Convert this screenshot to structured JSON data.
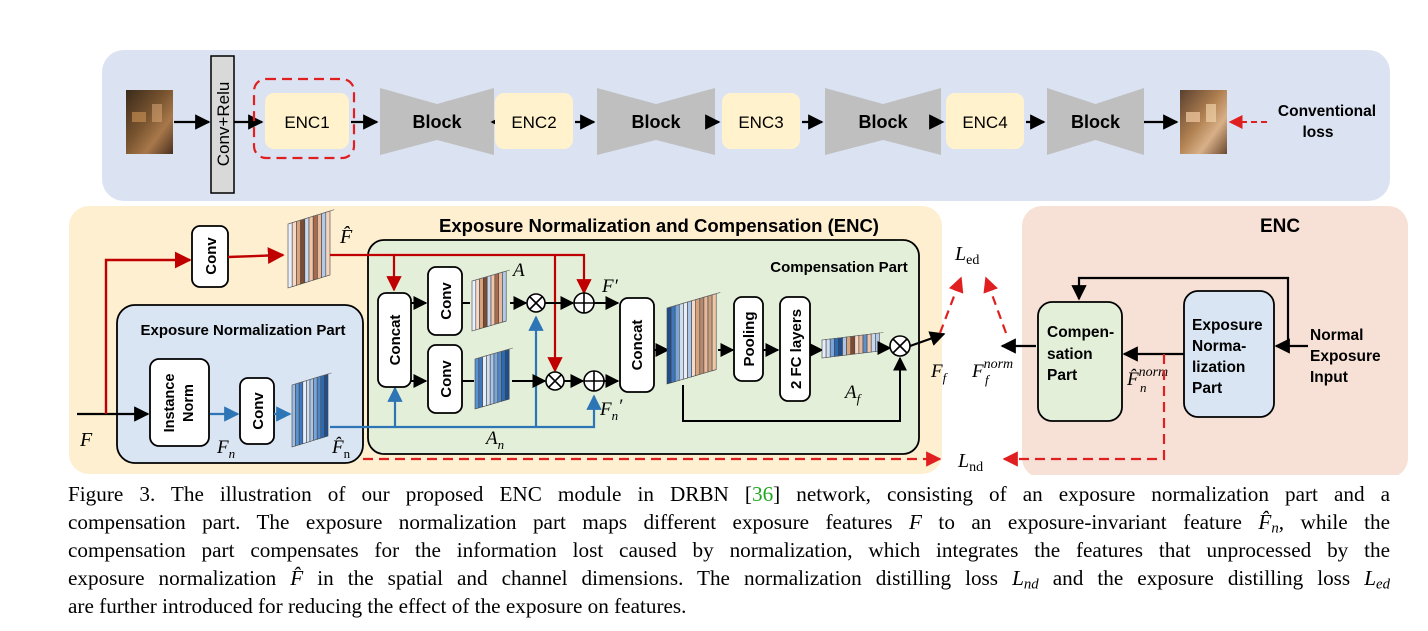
{
  "top_pipeline": {
    "conv_relu": "Conv+Relu",
    "stages": [
      "ENC1",
      "Block",
      "ENC2",
      "Block",
      "ENC3",
      "Block",
      "ENC4",
      "Block"
    ],
    "loss_label_line1": "Conventional",
    "loss_label_line2": "loss"
  },
  "enc_panel": {
    "title": "Exposure Normalization and Compensation  (ENC)",
    "conv_top": "Conv",
    "f_hat": "F̂",
    "input_f": "F",
    "normalization_part": {
      "title": "Exposure Normalization Part",
      "instance_norm_line1": "Instance",
      "instance_norm_line2": "Norm",
      "conv": "Conv",
      "fn_label": "F",
      "fn_sub": "n",
      "fn_hat_label": "F̂",
      "fn_hat_sub": "n"
    },
    "compensation_part": {
      "title": "Compensation Part",
      "concat1": "Concat",
      "conv_a": "Conv",
      "conv_an": "Conv",
      "a_label": "A",
      "an_label": "A",
      "an_sub": "n",
      "f_prime": "F′",
      "fn_prime": "F",
      "fn_prime_sub": "n",
      "fn_prime_mark": "′",
      "concat2": "Concat",
      "pooling": "Pooling",
      "fc_layers": "2 FC layers",
      "af_label": "A",
      "af_sub": "f"
    },
    "output_ff": "F",
    "output_ff_sub": "f"
  },
  "losses": {
    "l_ed": "L",
    "l_ed_sub": "ed",
    "l_nd": "L",
    "l_nd_sub": "nd",
    "ff_norm": "F",
    "ff_norm_sub": "f",
    "ff_norm_sup": "norm",
    "fn_norm": "F̂",
    "fn_norm_sub": "n",
    "fn_norm_sup": "norm"
  },
  "right_panel": {
    "title": "ENC",
    "compensation_line1": "Compen-",
    "compensation_line2": "sation",
    "compensation_line3": "Part",
    "normalization_line1": "Exposure",
    "normalization_line2": "Norma-",
    "normalization_line3": "lization",
    "normalization_line4": "Part",
    "input_line1": "Normal",
    "input_line2": "Exposure",
    "input_line3": "Input"
  },
  "caption": {
    "line1_a": "Figure 3.  The illustration of our proposed ENC module in DRBN [",
    "ref": "36",
    "line1_b": "] network, consisting of an exposure normalization part and a",
    "line2_a": "compensation part.  The exposure normalization part maps different exposure features ",
    "line2_F": "F",
    "line2_b": " to an exposure-invariant feature ",
    "line2_Fn": "F̂",
    "line2_Fn_sub": "n",
    "line2_c": ", while the",
    "line3": "compensation part compensates for the information lost caused by normalization, which integrates the features that unprocessed by the",
    "line4_a": "exposure normalization ",
    "line4_F": "F̂",
    "line4_b": " in the spatial and channel dimensions. The normalization distilling loss ",
    "line4_L": "L",
    "line4_Lsub": "nd",
    "line4_c": " and the exposure distilling loss ",
    "line4_L2": "L",
    "line4_L2sub": "ed",
    "line5": "are further introduced for reducing the effect of the exposure on features."
  },
  "colors": {
    "top_bg": "#dbe3f3",
    "enc_bg": "#fdefcf",
    "comp_bg": "#e3efd9",
    "norm_bg": "#dae5f3",
    "right_bg": "#f7e1d6",
    "enc_box": "#fff2cc",
    "red": "#c00000",
    "blue": "#2e75b6",
    "dash_red": "#e02020",
    "ref_green": "#1fa81f"
  }
}
